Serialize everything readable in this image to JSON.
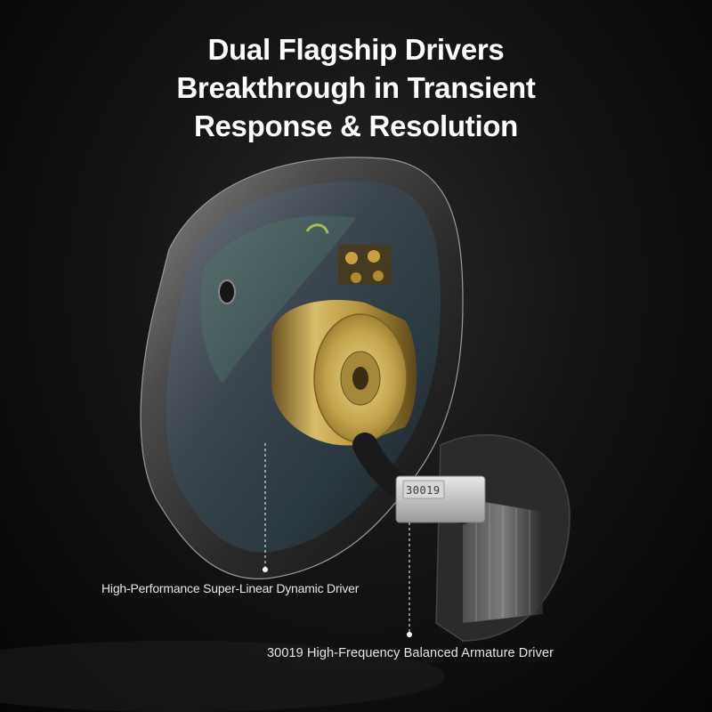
{
  "headline": {
    "line1": "Dual Flagship Drivers",
    "line2": "Breakthrough in Transient",
    "line3": "Response & Resolution"
  },
  "callouts": {
    "dynamic_driver": "High-Performance Super-Linear Dynamic Driver",
    "balanced_armature": "30019 High-Frequency Balanced Armature Driver"
  },
  "product_markings": {
    "ba_driver_code": "30019"
  },
  "colors": {
    "background": "#0a0a0a",
    "headline": "#ffffff",
    "caption": "#e6e6e6",
    "dynamic_driver_gold": "#c9a84a"
  }
}
